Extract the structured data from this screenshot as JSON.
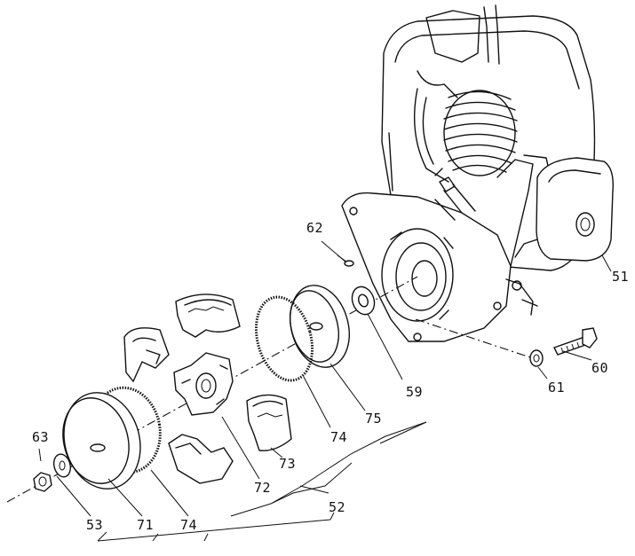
{
  "diagram": {
    "part_labels": {
      "p51": "51",
      "p52": "52",
      "p53": "53",
      "p59": "59",
      "p60": "60",
      "p61": "61",
      "p62": "62",
      "p63": "63",
      "p71": "71",
      "p72": "72",
      "p73": "73",
      "p74a": "74",
      "p74b": "74",
      "p75": "75"
    }
  }
}
